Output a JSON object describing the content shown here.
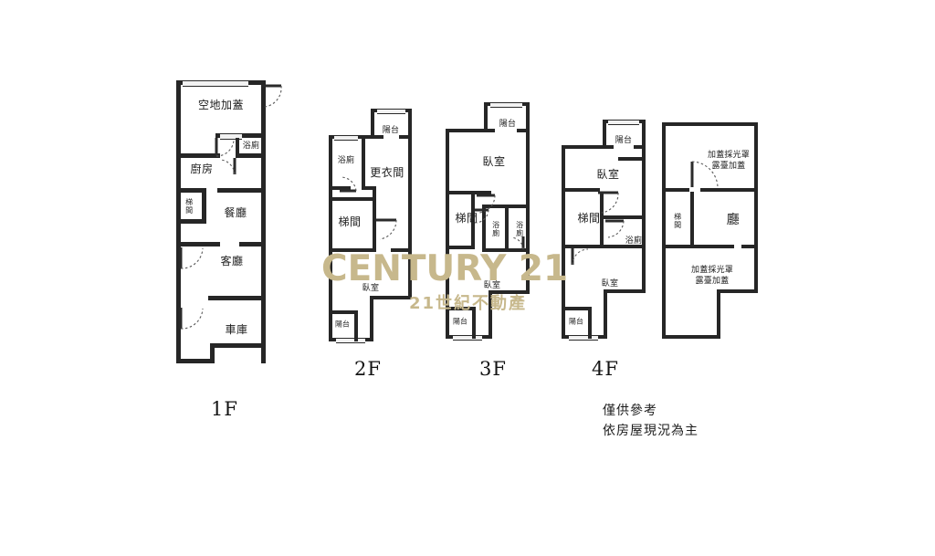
{
  "document": {
    "type": "real-estate-floor-plan",
    "background_color": "#ffffff",
    "wall_color": "#262626"
  },
  "watermark": {
    "brand": "CENTURY 21",
    "subtitle": "21世紀不動產",
    "color": "#c7b88c"
  },
  "note": {
    "text": "僅供參考\n依房屋現況為主"
  },
  "floors": [
    {
      "id": "1F",
      "label": "1F",
      "rooms": [
        {
          "key": "kongdi",
          "label": "空地加蓋"
        },
        {
          "key": "bath1",
          "label": "浴廁"
        },
        {
          "key": "kitchen",
          "label": "廚房"
        },
        {
          "key": "stair1",
          "label": "梯間"
        },
        {
          "key": "dining",
          "label": "餐廳"
        },
        {
          "key": "living",
          "label": "客廳"
        },
        {
          "key": "garage",
          "label": "車庫"
        }
      ]
    },
    {
      "id": "2F",
      "label": "2F",
      "rooms": [
        {
          "key": "balcony_top",
          "label": "陽台"
        },
        {
          "key": "bath",
          "label": "浴廁"
        },
        {
          "key": "closet",
          "label": "更衣間"
        },
        {
          "key": "stair",
          "label": "梯間"
        },
        {
          "key": "bedroom",
          "label": "臥室"
        },
        {
          "key": "balcony_bot",
          "label": "陽台"
        }
      ]
    },
    {
      "id": "3F",
      "label": "3F",
      "rooms": [
        {
          "key": "balcony_top",
          "label": "陽台"
        },
        {
          "key": "bedroom_top",
          "label": "臥室"
        },
        {
          "key": "stair",
          "label": "梯間"
        },
        {
          "key": "bath_left",
          "label": "浴廁"
        },
        {
          "key": "bath_right",
          "label": "浴廁"
        },
        {
          "key": "bedroom_bot",
          "label": "臥室"
        },
        {
          "key": "balcony_bot",
          "label": "陽台"
        }
      ]
    },
    {
      "id": "4F",
      "label": "4F",
      "rooms": [
        {
          "key": "balcony_top",
          "label": "陽台"
        },
        {
          "key": "bedroom_top",
          "label": "臥室"
        },
        {
          "key": "stair",
          "label": "梯間"
        },
        {
          "key": "bath",
          "label": "浴廁"
        },
        {
          "key": "bedroom_bot",
          "label": "臥室"
        },
        {
          "key": "balcony_bot",
          "label": "陽台"
        }
      ]
    },
    {
      "id": "RF",
      "label": "",
      "rooms": [
        {
          "key": "canopy_top",
          "label": "加蓋採光罩\n露臺加蓋"
        },
        {
          "key": "stair",
          "label": "梯間"
        },
        {
          "key": "hall",
          "label": "廳"
        },
        {
          "key": "canopy_bot",
          "label": "加蓋採光罩\n露臺加蓋"
        }
      ]
    }
  ]
}
